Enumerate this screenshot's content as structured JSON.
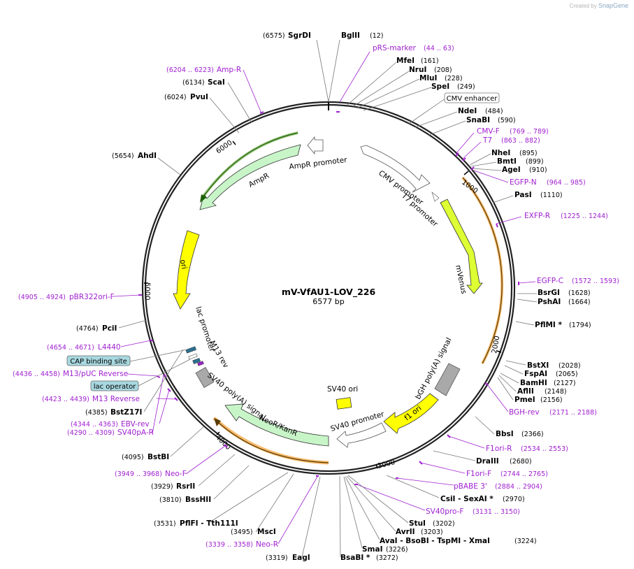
{
  "credit": {
    "prefix": "Created by",
    "brand": "SnapGene"
  },
  "plasmid": {
    "name": "mV-VfAU1-LOV_226",
    "length_label": "6577 bp",
    "length": 6577
  },
  "ticks": [
    "1000",
    "2000",
    "3000",
    "4000",
    "5000",
    "6000"
  ],
  "sites": [
    {
      "name": "SgrDI",
      "pos": "(6575)"
    },
    {
      "name": "BglII",
      "pos": "(12)"
    },
    {
      "name": "MfeI",
      "pos": "(161)"
    },
    {
      "name": "NruI",
      "pos": "(208)"
    },
    {
      "name": "MluI",
      "pos": "(228)"
    },
    {
      "name": "SpeI",
      "pos": "(249)"
    },
    {
      "name": "NdeI",
      "pos": "(484)"
    },
    {
      "name": "SnaBI",
      "pos": "(590)"
    },
    {
      "name": "NheI",
      "pos": "(895)"
    },
    {
      "name": "BmtI",
      "pos": "(899)"
    },
    {
      "name": "AgeI",
      "pos": "(910)"
    },
    {
      "name": "PasI",
      "pos": "(1110)"
    },
    {
      "name": "BsrGI",
      "pos": "(1628)"
    },
    {
      "name": "PshAI",
      "pos": "(1664)"
    },
    {
      "name": "PflMI *",
      "pos": "(1794)"
    },
    {
      "name": "BstXI",
      "pos": "(2028)"
    },
    {
      "name": "FspAI",
      "pos": "(2065)"
    },
    {
      "name": "BamHI",
      "pos": "(2127)"
    },
    {
      "name": "AflII",
      "pos": "(2148)"
    },
    {
      "name": "PmeI",
      "pos": "(2156)"
    },
    {
      "name": "BbsI",
      "pos": "(2366)"
    },
    {
      "name": "DraIII",
      "pos": "(2680)"
    },
    {
      "name": "CsiI - SexAI *",
      "pos": "(2970)"
    },
    {
      "name": "StuI",
      "pos": "(3202)"
    },
    {
      "name": "AvrII",
      "pos": "(3203)"
    },
    {
      "name": "AvaI - BsoBI - TspMI - XmaI",
      "pos": "(3224)"
    },
    {
      "name": "SmaI",
      "pos": "(3226)"
    },
    {
      "name": "BsaBI *",
      "pos": "(3272)"
    },
    {
      "name": "EagI",
      "pos": "(3319)"
    },
    {
      "name": "MscI",
      "pos": "(3495)"
    },
    {
      "name": "PflFI - Tth111I",
      "pos": "(3531)"
    },
    {
      "name": "BssHII",
      "pos": "(3810)"
    },
    {
      "name": "RsrII",
      "pos": "(3929)"
    },
    {
      "name": "BstBI",
      "pos": "(4095)"
    },
    {
      "name": "BstZ17I",
      "pos": "(4385)"
    },
    {
      "name": "PciI",
      "pos": "(4764)"
    },
    {
      "name": "AhdI",
      "pos": "(5654)"
    },
    {
      "name": "PvuI",
      "pos": "(6024)"
    },
    {
      "name": "ScaI",
      "pos": "(6134)"
    }
  ],
  "primers": [
    {
      "name": "pRS-marker",
      "pos": "(44 .. 63)"
    },
    {
      "name": "CMV-F",
      "pos": "(769 .. 789)"
    },
    {
      "name": "T7",
      "pos": "(863 .. 882)"
    },
    {
      "name": "EGFP-N",
      "pos": "(964 .. 985)"
    },
    {
      "name": "EXFP-R",
      "pos": "(1225 .. 1244)"
    },
    {
      "name": "EGFP-C",
      "pos": "(1572 .. 1593)"
    },
    {
      "name": "BGH-rev",
      "pos": "(2171 .. 2188)"
    },
    {
      "name": "F1ori-R",
      "pos": "(2534 .. 2553)"
    },
    {
      "name": "F1ori-F",
      "pos": "(2744 .. 2765)"
    },
    {
      "name": "pBABE 3'",
      "pos": "(2884 .. 2904)"
    },
    {
      "name": "SV40pro-F",
      "pos": "(3131 .. 3150)"
    },
    {
      "name": "Neo-R",
      "pos": "(3339 .. 3358)"
    },
    {
      "name": "Neo-F",
      "pos": "(3949 .. 3968)"
    },
    {
      "name": "SV40pA-R",
      "pos": "(4290 .. 4309)"
    },
    {
      "name": "EBV-rev",
      "pos": "(4344 .. 4363)"
    },
    {
      "name": "M13 Reverse",
      "pos": "(4423 .. 4439)"
    },
    {
      "name": "M13/pUC Reverse",
      "pos": "(4436 .. 4458)"
    },
    {
      "name": "L4440",
      "pos": "(4654 .. 4671)"
    },
    {
      "name": "pBR322ori-F",
      "pos": "(4905 .. 4924)"
    },
    {
      "name": "Amp-R",
      "pos": "(6204 .. 6223)"
    }
  ],
  "boxed_features": [
    "CMV enhancer",
    "CAP binding site",
    "lac operator"
  ],
  "features": [
    "CMV promoter",
    "T7 promoter",
    "mVenus",
    "bGH poly(A) signal",
    "f1 ori",
    "SV40 promoter",
    "SV40 ori",
    "NeoR/KanR",
    "SV40 poly(A) signal",
    "M13 rev",
    "lac promoter",
    "ori",
    "AmpR",
    "AmpR promoter"
  ],
  "colors": {
    "site": "#000000",
    "primer": "#a020d0",
    "backbone": "#222222",
    "mvenus": "#ddff33",
    "yellow": "#ffff00",
    "ampr": "#c8f5c8",
    "gray": "#a9a9a9",
    "cap": "#a8d8e0",
    "orange": "#f5a030"
  }
}
